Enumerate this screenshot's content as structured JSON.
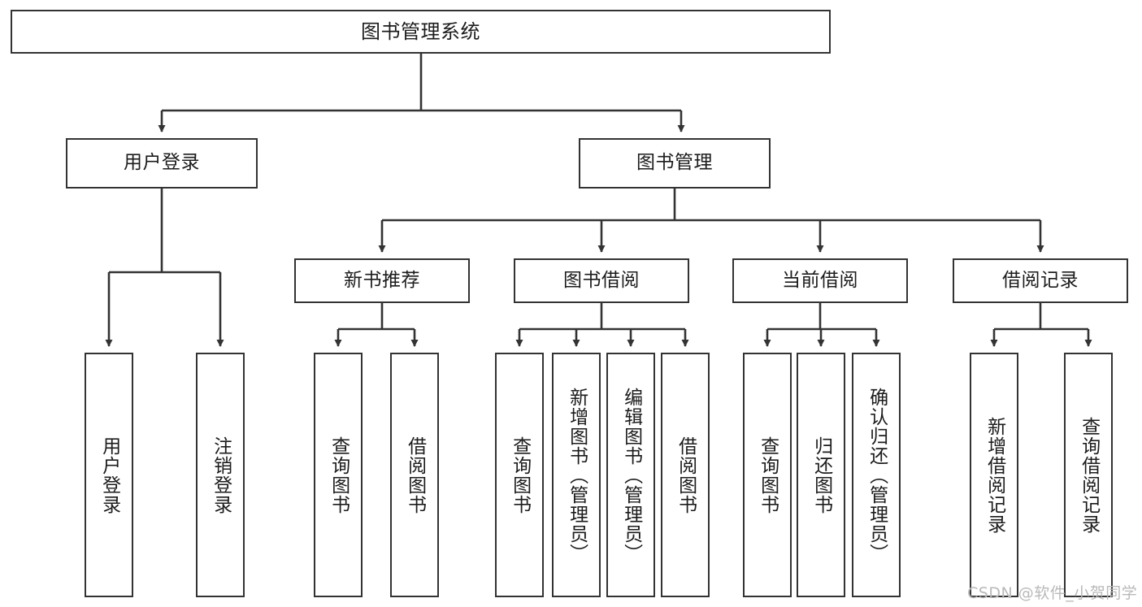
{
  "diagram": {
    "title": "图书管理系统",
    "type": "tree-hierarchy-diagram",
    "watermark": "CSDN @软件_小贺同学",
    "colors": {
      "box_border": "#333333",
      "box_fill": "#ffffff",
      "connector": "#333333",
      "text": "#1c1c1c",
      "watermark": "#b9b9b9",
      "background": "#ffffff"
    },
    "root": {
      "label": "图书管理系统"
    },
    "level1": [
      {
        "label": "用户登录"
      },
      {
        "label": "图书管理"
      }
    ],
    "level2": [
      {
        "label": "新书推荐"
      },
      {
        "label": "图书借阅"
      },
      {
        "label": "当前借阅"
      },
      {
        "label": "借阅记录"
      }
    ],
    "leaves": {
      "user_login": [
        {
          "label": "用户登录"
        },
        {
          "label": "注销登录"
        }
      ],
      "new_book_recommend": [
        {
          "label": "查询图书"
        },
        {
          "label": "借阅图书"
        }
      ],
      "book_borrow": [
        {
          "label": "查询图书"
        },
        {
          "label": "新增图书（管理员）"
        },
        {
          "label": "编辑图书（管理员）"
        },
        {
          "label": "借阅图书"
        }
      ],
      "current_borrow": [
        {
          "label": "查询图书"
        },
        {
          "label": "归还图书"
        },
        {
          "label": "确认归还（管理员）"
        }
      ],
      "borrow_record": [
        {
          "label": "新增借阅记录"
        },
        {
          "label": "查询借阅记录"
        }
      ]
    }
  }
}
